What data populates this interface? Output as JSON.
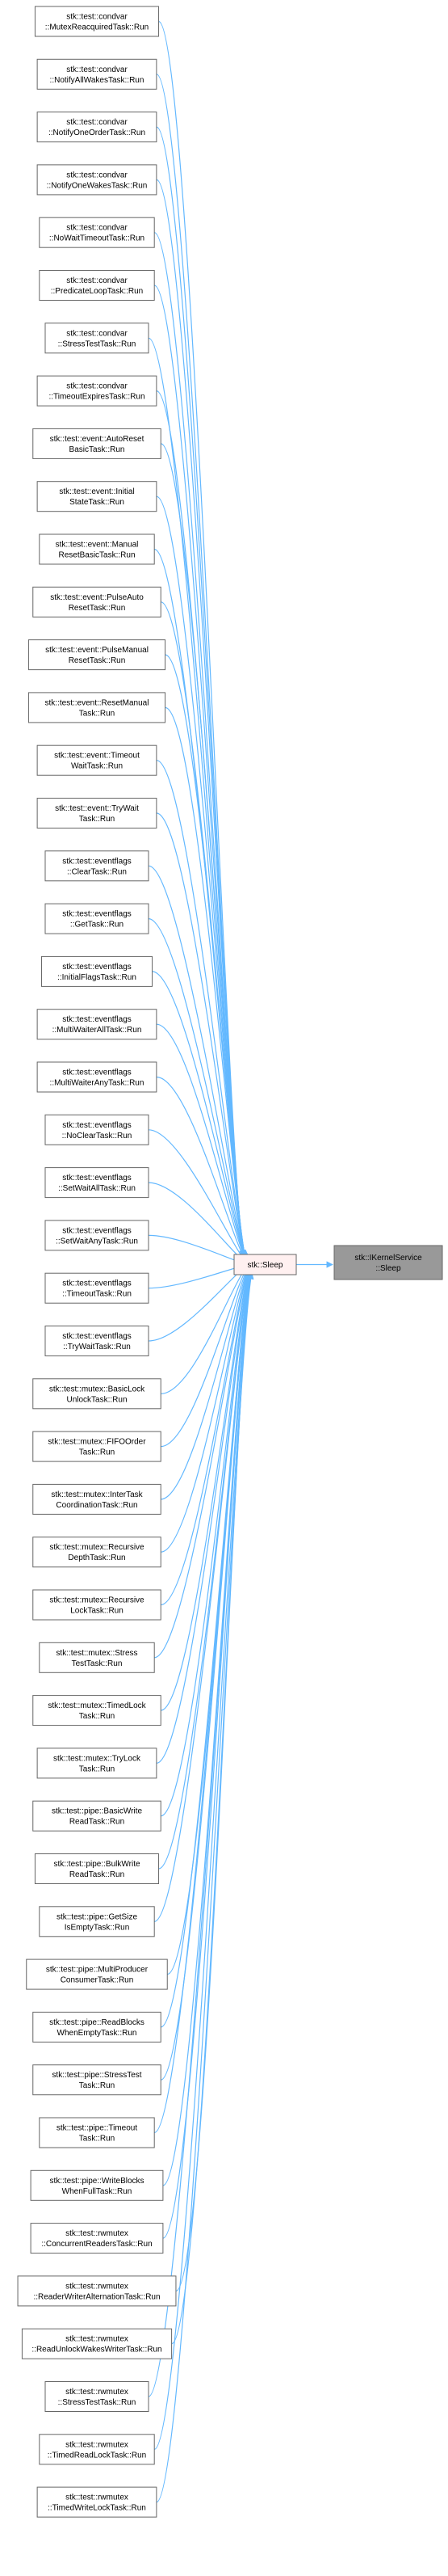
{
  "colors": {
    "edge": "#63b8ff",
    "caller_fill": "#ffffff",
    "caller_border": "#666666",
    "focus_fill": "#fff0f0",
    "focus_border": "#ff0000",
    "target_fill": "#999999"
  },
  "focus": {
    "lines": [
      "stk::Sleep"
    ]
  },
  "target": {
    "lines": [
      "stk::IKernelService",
      "::Sleep"
    ]
  },
  "callers": [
    {
      "lines": [
        "stk::test::condvar",
        "::MutexReacquiredTask::Run"
      ]
    },
    {
      "lines": [
        "stk::test::condvar",
        "::NotifyAllWakesTask::Run"
      ]
    },
    {
      "lines": [
        "stk::test::condvar",
        "::NotifyOneOrderTask::Run"
      ]
    },
    {
      "lines": [
        "stk::test::condvar",
        "::NotifyOneWakesTask::Run"
      ]
    },
    {
      "lines": [
        "stk::test::condvar",
        "::NoWaitTimeoutTask::Run"
      ]
    },
    {
      "lines": [
        "stk::test::condvar",
        "::PredicateLoopTask::Run"
      ]
    },
    {
      "lines": [
        "stk::test::condvar",
        "::StressTestTask::Run"
      ]
    },
    {
      "lines": [
        "stk::test::condvar",
        "::TimeoutExpiresTask::Run"
      ]
    },
    {
      "lines": [
        "stk::test::event::AutoReset",
        "BasicTask::Run"
      ]
    },
    {
      "lines": [
        "stk::test::event::Initial",
        "StateTask::Run"
      ]
    },
    {
      "lines": [
        "stk::test::event::Manual",
        "ResetBasicTask::Run"
      ]
    },
    {
      "lines": [
        "stk::test::event::PulseAuto",
        "ResetTask::Run"
      ]
    },
    {
      "lines": [
        "stk::test::event::PulseManual",
        "ResetTask::Run"
      ]
    },
    {
      "lines": [
        "stk::test::event::ResetManual",
        "Task::Run"
      ]
    },
    {
      "lines": [
        "stk::test::event::Timeout",
        "WaitTask::Run"
      ]
    },
    {
      "lines": [
        "stk::test::event::TryWait",
        "Task::Run"
      ]
    },
    {
      "lines": [
        "stk::test::eventflags",
        "::ClearTask::Run"
      ]
    },
    {
      "lines": [
        "stk::test::eventflags",
        "::GetTask::Run"
      ]
    },
    {
      "lines": [
        "stk::test::eventflags",
        "::InitialFlagsTask::Run"
      ]
    },
    {
      "lines": [
        "stk::test::eventflags",
        "::MultiWaiterAllTask::Run"
      ]
    },
    {
      "lines": [
        "stk::test::eventflags",
        "::MultiWaiterAnyTask::Run"
      ]
    },
    {
      "lines": [
        "stk::test::eventflags",
        "::NoClearTask::Run"
      ]
    },
    {
      "lines": [
        "stk::test::eventflags",
        "::SetWaitAllTask::Run"
      ]
    },
    {
      "lines": [
        "stk::test::eventflags",
        "::SetWaitAnyTask::Run"
      ]
    },
    {
      "lines": [
        "stk::test::eventflags",
        "::TimeoutTask::Run"
      ]
    },
    {
      "lines": [
        "stk::test::eventflags",
        "::TryWaitTask::Run"
      ]
    },
    {
      "lines": [
        "stk::test::mutex::BasicLock",
        "UnlockTask::Run"
      ]
    },
    {
      "lines": [
        "stk::test::mutex::FIFOOrder",
        "Task::Run"
      ]
    },
    {
      "lines": [
        "stk::test::mutex::InterTask",
        "CoordinationTask::Run"
      ]
    },
    {
      "lines": [
        "stk::test::mutex::Recursive",
        "DepthTask::Run"
      ]
    },
    {
      "lines": [
        "stk::test::mutex::Recursive",
        "LockTask::Run"
      ]
    },
    {
      "lines": [
        "stk::test::mutex::Stress",
        "TestTask::Run"
      ]
    },
    {
      "lines": [
        "stk::test::mutex::TimedLock",
        "Task::Run"
      ]
    },
    {
      "lines": [
        "stk::test::mutex::TryLock",
        "Task::Run"
      ]
    },
    {
      "lines": [
        "stk::test::pipe::BasicWrite",
        "ReadTask::Run"
      ]
    },
    {
      "lines": [
        "stk::test::pipe::BulkWrite",
        "ReadTask::Run"
      ]
    },
    {
      "lines": [
        "stk::test::pipe::GetSize",
        "IsEmptyTask::Run"
      ]
    },
    {
      "lines": [
        "stk::test::pipe::MultiProducer",
        "ConsumerTask::Run"
      ]
    },
    {
      "lines": [
        "stk::test::pipe::ReadBlocks",
        "WhenEmptyTask::Run"
      ]
    },
    {
      "lines": [
        "stk::test::pipe::StressTest",
        "Task::Run"
      ]
    },
    {
      "lines": [
        "stk::test::pipe::Timeout",
        "Task::Run"
      ]
    },
    {
      "lines": [
        "stk::test::pipe::WriteBlocks",
        "WhenFullTask::Run"
      ]
    },
    {
      "lines": [
        "stk::test::rwmutex",
        "::ConcurrentReadersTask::Run"
      ]
    },
    {
      "lines": [
        "stk::test::rwmutex",
        "::ReaderWriterAlternationTask::Run"
      ]
    },
    {
      "lines": [
        "stk::test::rwmutex",
        "::ReadUnlockWakesWriterTask::Run"
      ]
    },
    {
      "lines": [
        "stk::test::rwmutex",
        "::StressTestTask::Run"
      ]
    },
    {
      "lines": [
        "stk::test::rwmutex",
        "::TimedReadLockTask::Run"
      ]
    },
    {
      "lines": [
        "stk::test::rwmutex",
        "::TimedWriteLockTask::Run"
      ]
    }
  ]
}
